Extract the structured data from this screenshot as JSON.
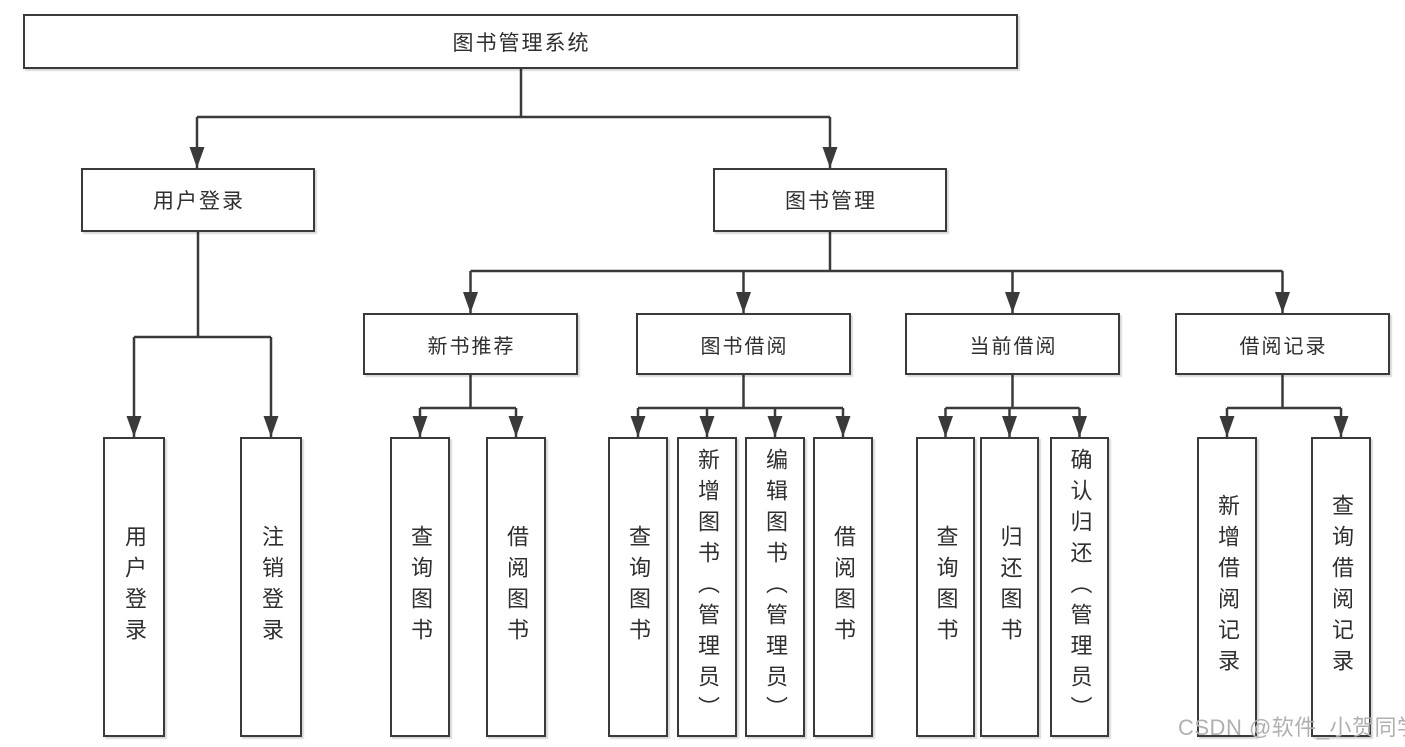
{
  "diagram": {
    "root": {
      "label": "图书管理系统"
    },
    "branches": [
      {
        "label": "用户登录",
        "children": [
          {
            "label": "用户登录"
          },
          {
            "label": "注销登录"
          }
        ]
      },
      {
        "label": "图书管理",
        "children": [
          {
            "label": "新书推荐",
            "children": [
              {
                "label": "查询图书"
              },
              {
                "label": "借阅图书"
              }
            ]
          },
          {
            "label": "图书借阅",
            "children": [
              {
                "label": "查询图书"
              },
              {
                "label": "新增图书（管理员）"
              },
              {
                "label": "编辑图书（管理员）"
              },
              {
                "label": "借阅图书"
              }
            ]
          },
          {
            "label": "当前借阅",
            "children": [
              {
                "label": "查询图书"
              },
              {
                "label": "归还图书"
              },
              {
                "label": "确认归还（管理员）"
              }
            ]
          },
          {
            "label": "借阅记录",
            "children": [
              {
                "label": "新增借阅记录"
              },
              {
                "label": "查询借阅记录"
              }
            ]
          }
        ]
      }
    ]
  },
  "watermark": {
    "text": "CSDN @软件_小贺同学"
  },
  "colors": {
    "line": "#3a3a3a",
    "box_border": "#3a3a3a",
    "text": "#2f2f2f",
    "background": "#ffffff",
    "watermark": "#b0b0b0"
  }
}
